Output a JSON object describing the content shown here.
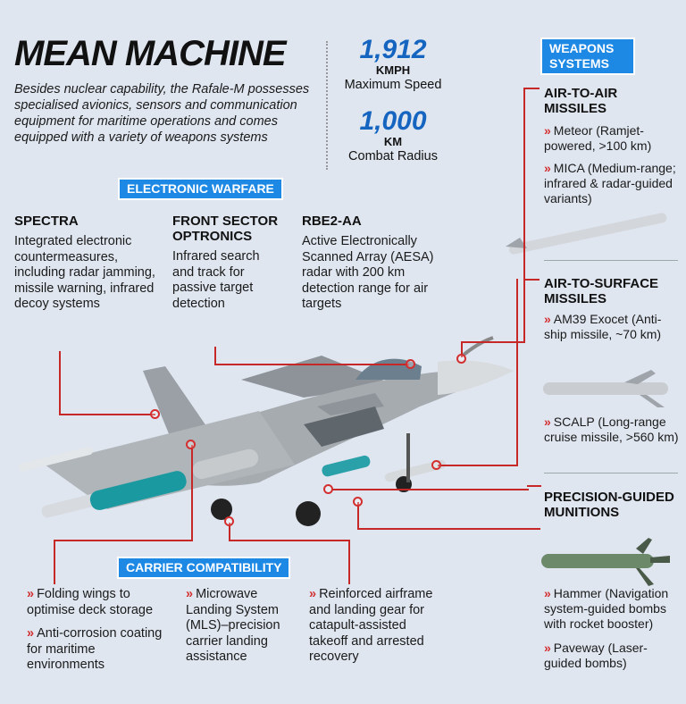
{
  "header": {
    "title": "MEAN MACHINE",
    "intro": "Besides nuclear capability, the Rafale-M possesses specialised avionics, sensors and communication equipment for maritime operations and comes equipped with a variety of weapons systems"
  },
  "stats": [
    {
      "value": "1,912",
      "unit": "KMPH",
      "label": "Maximum Speed"
    },
    {
      "value": "1,000",
      "unit": "KM",
      "label": "Combat Radius"
    }
  ],
  "electronic_warfare": {
    "tag": "ELECTRONIC WARFARE",
    "items": [
      {
        "title": "SPECTRA",
        "text": "Integrated electronic countermeasures, including radar jamming, missile warning, infrared decoy systems"
      },
      {
        "title": "FRONT SECTOR OPTRONICS",
        "text": "Infrared search and track for passive target detection"
      },
      {
        "title": "RBE2-AA",
        "text": "Active Electronically Scanned Array (AESA) radar with 200 km detection range for air targets"
      }
    ]
  },
  "weapons": {
    "tag": "WEAPONS SYSTEMS",
    "air_to_air": {
      "title": "AIR-TO-AIR MISSILES",
      "items": [
        "Meteor (Ramjet-powered, >100 km)",
        "MICA (Medium-range; infrared & radar-guided variants)"
      ]
    },
    "air_to_surface": {
      "title": "AIR-TO-SURFACE MISSILES",
      "items": [
        "AM39 Exocet (Anti-ship missile, ~70 km)",
        "SCALP (Long-range cruise missile, >560 km)"
      ]
    },
    "precision": {
      "title": "PRECISION-GUIDED MUNITIONS",
      "items": [
        "Hammer (Navigation system-guided bombs with rocket booster)",
        "Paveway (Laser-guided bombs)"
      ]
    }
  },
  "carrier": {
    "tag": "CARRIER COMPATIBILITY",
    "items": [
      "Folding wings to optimise deck storage",
      "Anti-corrosion coating for maritime environments",
      "Microwave Landing System (MLS)–precision carrier landing assistance",
      "Reinforced airframe and landing gear for catapult-assisted takeoff and arrested recovery"
    ]
  },
  "colors": {
    "accent_blue": "#1e88e5",
    "stat_blue": "#1565c0",
    "bullet_red": "#d32f2f"
  },
  "bullet_glyph": "»"
}
